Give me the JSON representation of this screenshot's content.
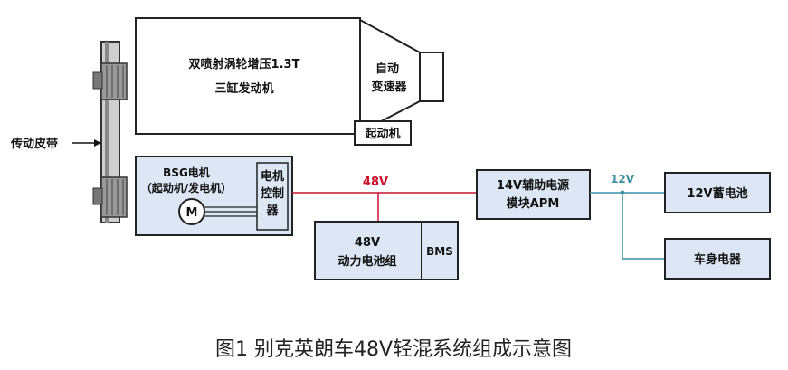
{
  "labels": {
    "engine_line1": "双喷射涡轮增压1.3T",
    "engine_line2": "三缸发动机",
    "transmission_line1": "自动",
    "transmission_line2": "变速器",
    "starter": "起动机",
    "belt": "传动皮带",
    "bsg_line1": "BSG电机",
    "bsg_line2": "（起动机/发电机）",
    "motor": "M",
    "controller": [
      "电机",
      "控制",
      "器"
    ],
    "bus_48v": "48V",
    "battery_line1": "48V",
    "battery_line2": "动力电池组",
    "bms": "BMS",
    "apm_line1": "14V辅助电源",
    "apm_line2": "模块APM",
    "bus_12v": "12V",
    "battery_12v": "12V蓄电池",
    "body_electrics": "车身电器"
  },
  "caption": "图1 别克英朗车48V轻混系统组成示意图",
  "colors": {
    "box_fill": "#dce6f4",
    "box_stroke": "#222222",
    "line_48v": "#c8102e",
    "text_48v": "#c8102e",
    "line_12v": "#3a8fa3",
    "text_12v": "#3a8fa3"
  }
}
